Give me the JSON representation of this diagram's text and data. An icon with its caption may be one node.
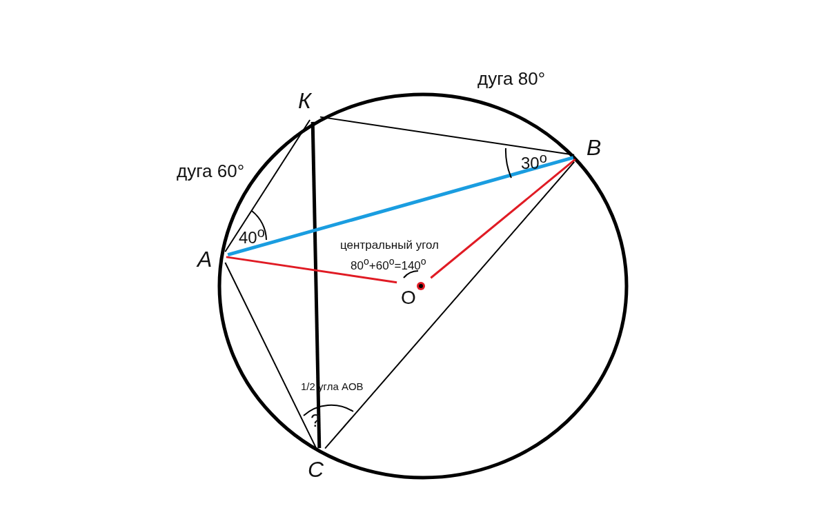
{
  "diagram": {
    "nodes": [
      {
        "text": [
          "К"
        ]
      },
      {
        "text": [
          "B"
        ]
      },
      {
        "text": [
          "A"
        ]
      },
      {
        "text": [
          "O"
        ]
      },
      {
        "text": [
          "C"
        ]
      }
    ],
    "edges": [
      {
        "from": 0,
        "to": 1,
        "arrow": "none"
      },
      {
        "from": 0,
        "to": 2,
        "arrow": "none"
      },
      {
        "from": 0,
        "to": 4,
        "arrow": "none",
        "style": "thick"
      },
      {
        "from": 2,
        "to": 1,
        "arrow": "none",
        "style": "thick",
        "color": "#1a9de0"
      },
      {
        "from": 2,
        "to": 3,
        "arrow": "none",
        "color": "#e01b24"
      },
      {
        "from": 3,
        "to": 1,
        "arrow": "none",
        "color": "#e01b24"
      },
      {
        "from": 2,
        "to": 4,
        "arrow": "none"
      },
      {
        "from": 1,
        "to": 4,
        "arrow": "none"
      }
    ],
    "labels": [
      "дуга 80°",
      "дуга 60°",
      "30$^{o}$",
      "40$^{o}$",
      "центральный угол",
      "80$^{o}$+60$^{o}$=140$^{o}$",
      "1/2 угла AOB",
      "?"
    ]
  }
}
